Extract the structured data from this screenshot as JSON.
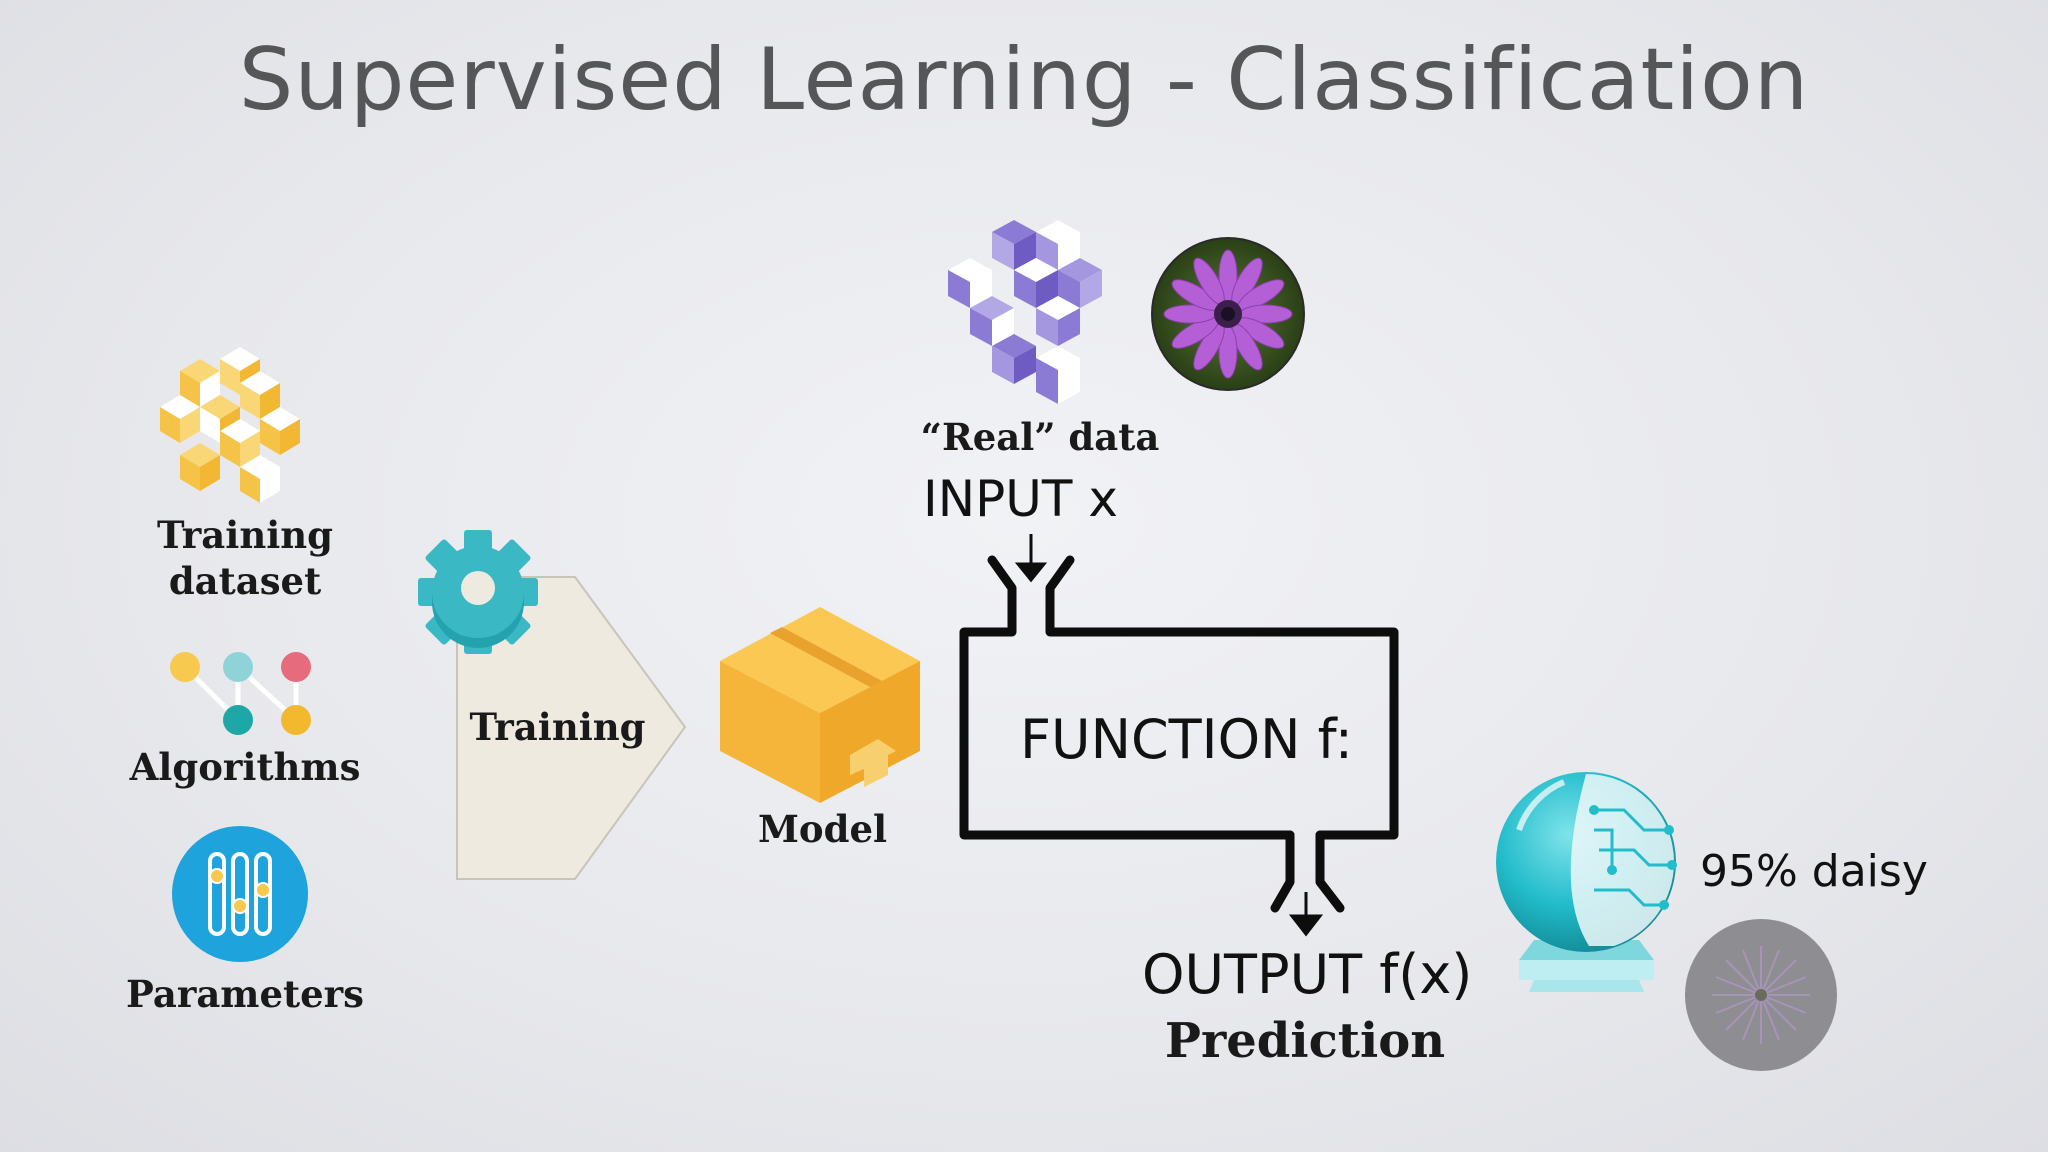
{
  "title": "Supervised Learning - Classification",
  "inputs": {
    "training_dataset_label": "Training dataset",
    "algorithms_label": "Algorithms",
    "parameters_label": "Parameters"
  },
  "training": {
    "label": "Training"
  },
  "model": {
    "label": "Model"
  },
  "real_data": {
    "label": "“Real” data",
    "input_label": "INPUT x"
  },
  "function": {
    "label": "FUNCTION f:"
  },
  "output": {
    "label": "OUTPUT f(x)",
    "prediction_label": "Prediction"
  },
  "result": {
    "label": "95% daisy"
  },
  "colors": {
    "training_cubes": "#f7c24a",
    "real_cubes": "#8777cf",
    "gear": "#3ab8c4",
    "model_box": "#f4b53a",
    "parameters_circle": "#1ea3dc",
    "crystal_ball": "#26c2cf",
    "flower": "#b45fd6"
  }
}
